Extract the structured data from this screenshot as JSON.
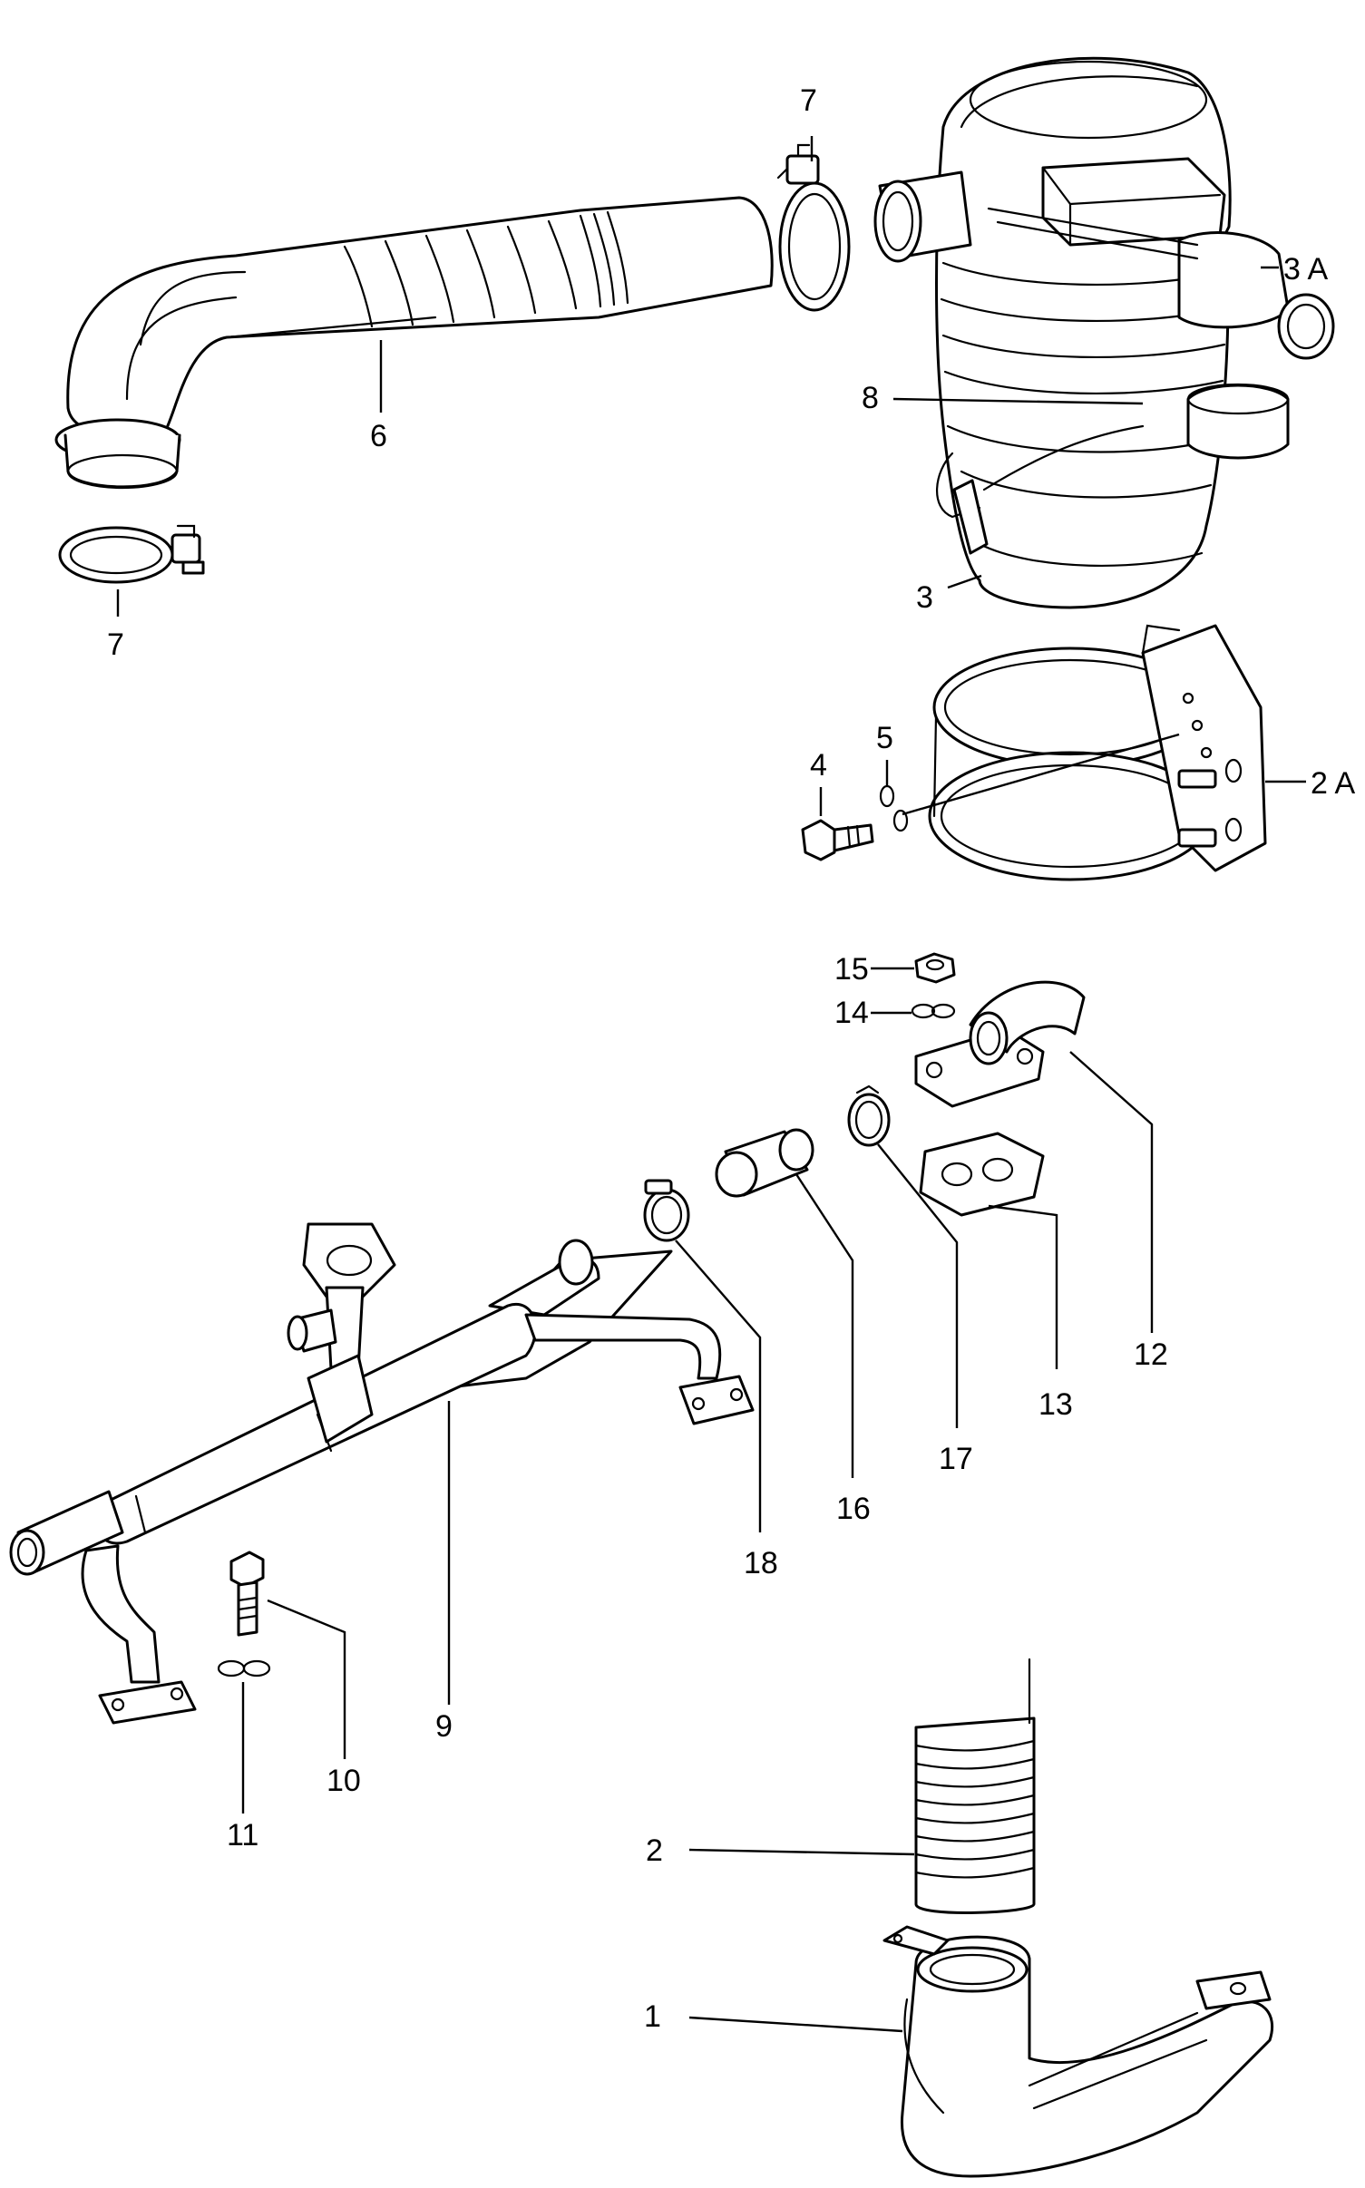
{
  "labels": {
    "p1": "1",
    "p2": "2",
    "p2a": "2 A",
    "p3": "3",
    "p3a": "3 A",
    "p4": "4",
    "p5": "5",
    "p6": "6",
    "p7a": "7",
    "p7b": "7",
    "p8": "8",
    "p9": "9",
    "p10": "10",
    "p11": "11",
    "p12": "12",
    "p13": "13",
    "p14": "14",
    "p15": "15",
    "p16": "16",
    "p17": "17",
    "p18": "18"
  },
  "colors": {
    "line": "#000000",
    "background": "#ffffff"
  }
}
